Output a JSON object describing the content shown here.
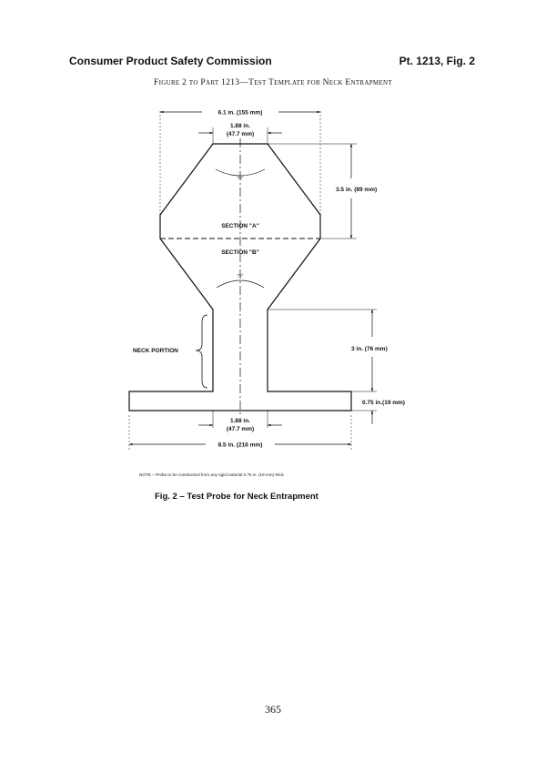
{
  "header": {
    "left": "Consumer Product Safety Commission",
    "right": "Pt. 1213, Fig. 2"
  },
  "figure_caption": "Figure 2 to Part 1213—Test Template for Neck Entrapment",
  "drawing": {
    "dim_top_width": "6.1 in. (155 mm)",
    "dim_top_narrow_in": "1.88 in.",
    "dim_top_narrow_mm": "(47.7 mm)",
    "dim_upper_height": "3.5 in. (89 mm)",
    "angle_upper": "75°",
    "section_a": "SECTION \"A\"",
    "section_b": "SECTION \"B\"",
    "angle_lower": "75°",
    "neck_label": "NECK PORTION",
    "dim_neck_height": "3 in. (76 mm)",
    "dim_base_thickness": "0.75 in.(19 mm)",
    "dim_bottom_narrow_in": "1.88 in.",
    "dim_bottom_narrow_mm": "(47.7 mm)",
    "dim_base_width": "8.5 in. (216 mm)",
    "note": "NOTE – Probe to be constructed from any rigid material 0.75 in. (19 mm) thick",
    "figure_title": "Fig. 2 – Test Probe for Neck Entrapment"
  },
  "page_number": "365"
}
